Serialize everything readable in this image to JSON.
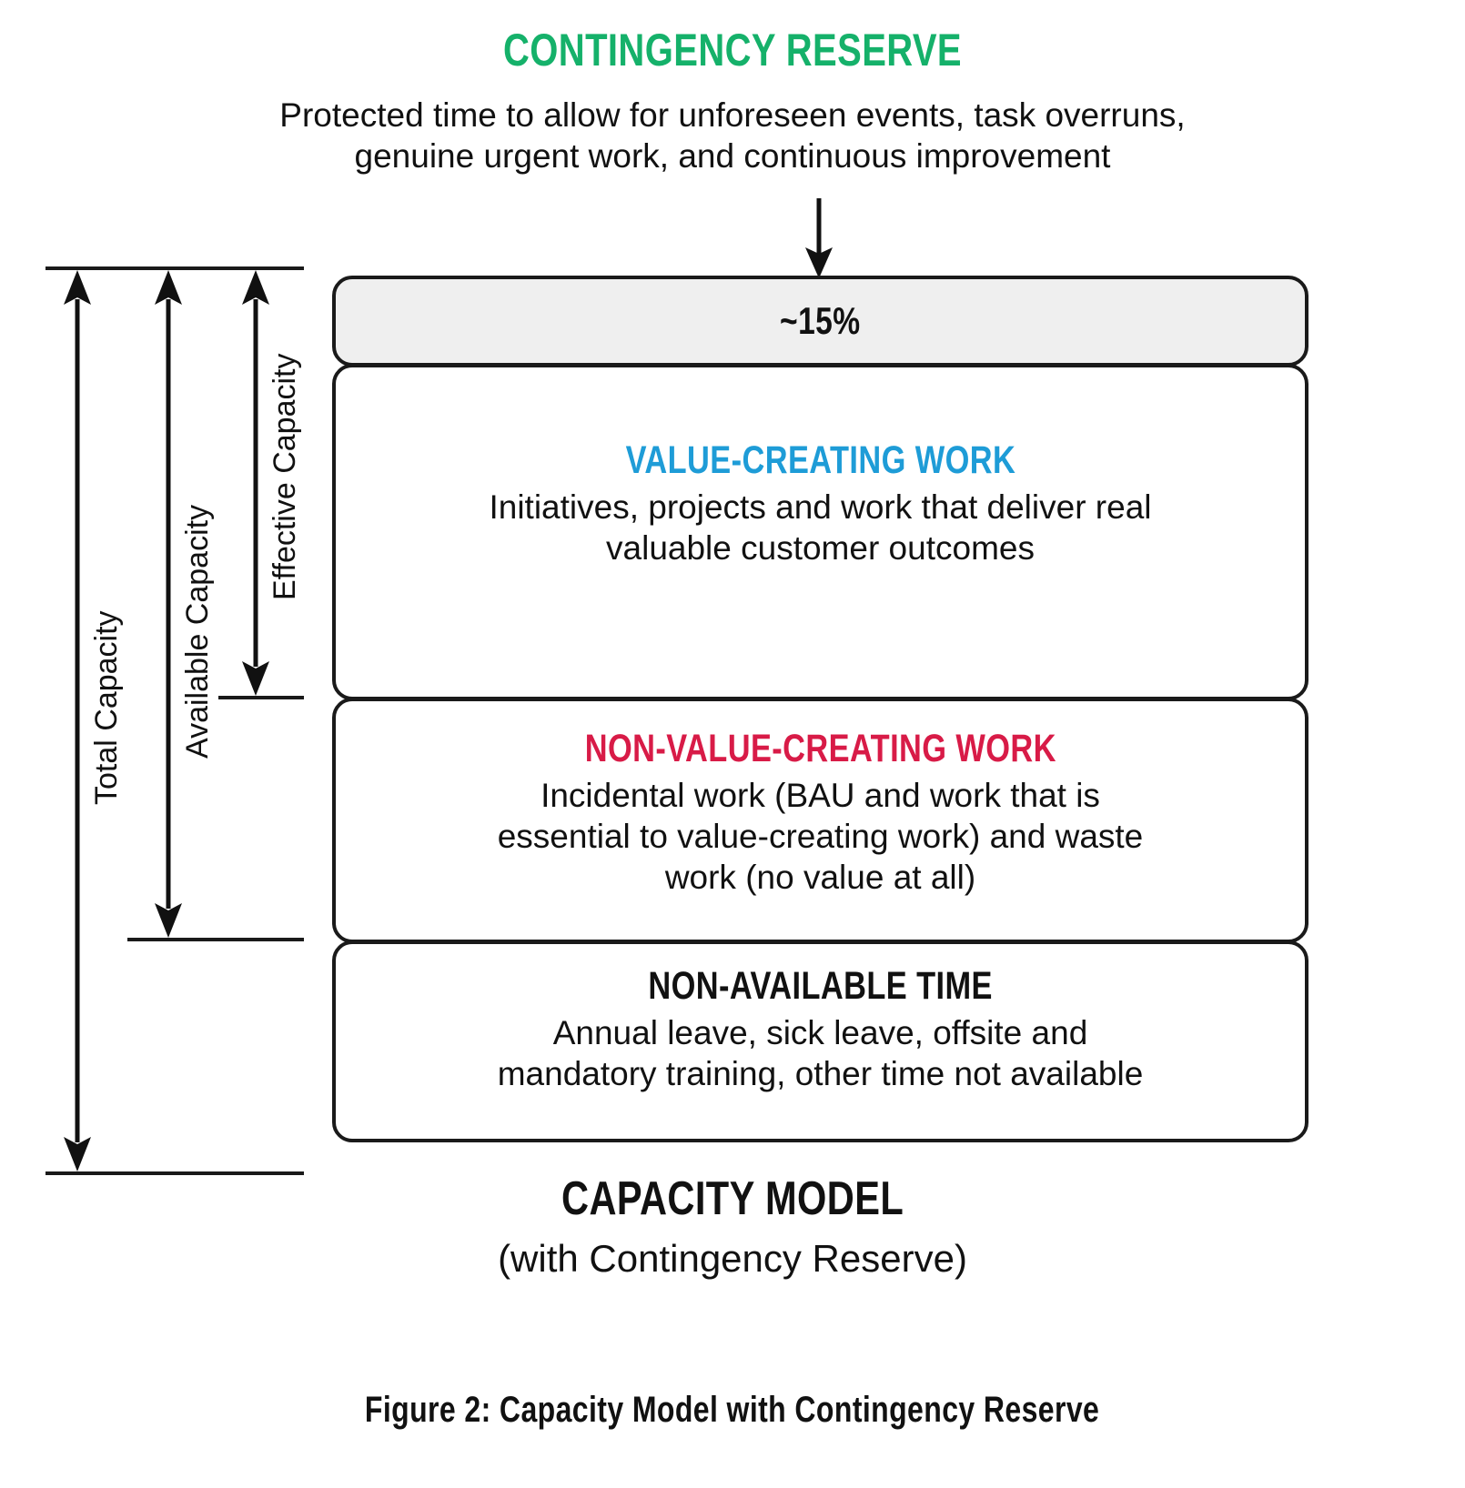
{
  "header": {
    "title": "CONTINGENCY RESERVE",
    "title_color": "#15B16A",
    "subtitle_line1": "Protected time to allow for unforeseen events, task overruns,",
    "subtitle_line2": "genuine urgent work, and continuous improvement"
  },
  "axes": [
    {
      "name": "total-capacity",
      "label": "Total Capacity"
    },
    {
      "name": "available-capacity",
      "label": "Available Capacity"
    },
    {
      "name": "effective-capacity",
      "label": "Effective Capacity"
    }
  ],
  "boxes": [
    {
      "key": "contingency-reserve",
      "value_label": "~15%",
      "fill": "#EFEFEF"
    },
    {
      "key": "value-creating-work",
      "title": "VALUE-CREATING WORK",
      "title_color": "#1E9CD7",
      "body_line1": "Initiatives, projects and work that deliver real",
      "body_line2": "valuable customer outcomes"
    },
    {
      "key": "non-value-creating-work",
      "title": "NON-VALUE-CREATING WORK",
      "title_color": "#D81B47",
      "body_line1": "Incidental work (BAU and work that is",
      "body_line2": "essential to value-creating work) and waste",
      "body_line3": "work (no value at all)"
    },
    {
      "key": "non-available-time",
      "title": "NON-AVAILABLE TIME",
      "title_color": "#111111",
      "body_line1": "Annual leave, sick leave, offsite and",
      "body_line2": "mandatory training, other time not available"
    }
  ],
  "footer": {
    "title": "CAPACITY MODEL",
    "subtitle": "(with Contingency Reserve)",
    "caption": "Figure 2: Capacity Model with Contingency Reserve"
  },
  "chart_data": {
    "type": "bar",
    "title": "CAPACITY MODEL (with Contingency Reserve)",
    "categories": [
      "Contingency Reserve",
      "Value-Creating Work",
      "Non-Value-Creating Work",
      "Non-Available Time"
    ],
    "values": [
      15,
      0,
      0,
      0
    ],
    "value_labels": [
      "~15%",
      "",
      "",
      ""
    ],
    "colors": [
      "#EFEFEF",
      "#1E9CD7",
      "#D81B47",
      "#111111"
    ],
    "brackets": [
      {
        "label": "Total Capacity",
        "spans": [
          "Contingency Reserve",
          "Value-Creating Work",
          "Non-Value-Creating Work",
          "Non-Available Time"
        ]
      },
      {
        "label": "Available Capacity",
        "spans": [
          "Contingency Reserve",
          "Value-Creating Work",
          "Non-Value-Creating Work"
        ]
      },
      {
        "label": "Effective Capacity",
        "spans": [
          "Contingency Reserve",
          "Value-Creating Work"
        ]
      }
    ],
    "annotation": "Protected time to allow for unforeseen events, task overruns, genuine urgent work, and continuous improvement",
    "xlabel": "",
    "ylabel": "",
    "grid": false,
    "legend": "none"
  }
}
